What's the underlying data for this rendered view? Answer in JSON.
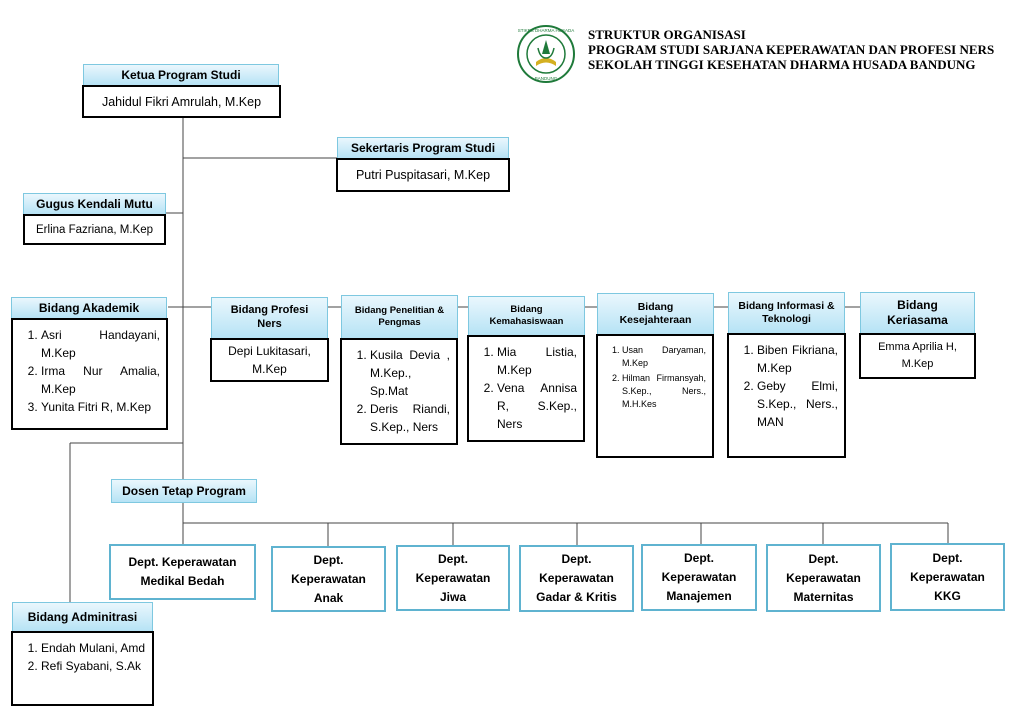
{
  "header": {
    "line1": "STRUKTUR ORGANISASI",
    "line2": "PROGRAM STUDI SARJANA KEPERAWATAN DAN PROFESI NERS",
    "line3": "SEKOLAH TINGGI KESEHATAN DHARMA HUSADA BANDUNG"
  },
  "logo": {
    "ring_text_top": "STIKES DHARMA HUSADA",
    "ring_text_bottom": "BANDUNG",
    "color_primary": "#1f7a3a",
    "color_accent": "#d4b021"
  },
  "ketua": {
    "title": "Ketua Program Studi",
    "name": "Jahidul Fikri Amrulah, M.Kep"
  },
  "sekertaris": {
    "title": "Sekertaris Program Studi",
    "name": "Putri Puspitasari, M.Kep"
  },
  "gugus": {
    "title": "Gugus Kendali Mutu",
    "name": "Erlina Fazriana, M.Kep"
  },
  "akademik": {
    "title": "Bidang Akademik",
    "members": [
      "Asri Handayani, M.Kep",
      "Irma Nur Amalia, M.Kep",
      "Yunita Fitri R, M.Kep"
    ]
  },
  "profesi": {
    "title_1": "Bidang Profesi",
    "title_2": "Ners",
    "name_1": "Depi Lukitasari,",
    "name_2": "M.Kep"
  },
  "penelitian": {
    "title_1": "Bidang Penelitian &",
    "title_2": "Pengmas",
    "members": [
      "Kusila Devia , M.Kep., Sp.Mat",
      "Deris Riandi, S.Kep., Ners"
    ]
  },
  "kemahasiswaan": {
    "title_1": "Bidang",
    "title_2": "Kemahasiswaan",
    "members": [
      "Mia Listia, M.Kep",
      "Vena Annisa R, S.Kep., Ners"
    ]
  },
  "kesejahteraan": {
    "title_1": "Bidang",
    "title_2": "Kesejahteraan",
    "members": [
      "Usan Daryaman, M.Kep",
      "Hilman Firmansyah, S.Kep., Ners., M.H.Kes"
    ]
  },
  "informasi": {
    "title_1": "Bidang Informasi &",
    "title_2": "Teknologi",
    "members": [
      "Biben Fikriana, M.Kep",
      "Geby Elmi, S.Kep., Ners., MAN"
    ]
  },
  "kerjasama": {
    "title_1": "Bidang",
    "title_2": "Keriasama",
    "name_1": "Emma Aprilia H,",
    "name_2": "M.Kep"
  },
  "dosen": {
    "title": "Dosen Tetap Program"
  },
  "departments": [
    {
      "l1": "Dept. Keperawatan",
      "l2": "Medikal Bedah",
      "l3": ""
    },
    {
      "l1": "Dept.",
      "l2": "Keperawatan",
      "l3": "Anak"
    },
    {
      "l1": "Dept.",
      "l2": "Keperawatan",
      "l3": "Jiwa"
    },
    {
      "l1": "Dept.",
      "l2": "Keperawatan",
      "l3": "Gadar & Kritis"
    },
    {
      "l1": "Dept.",
      "l2": "Keperawatan",
      "l3": "Manajemen"
    },
    {
      "l1": "Dept.",
      "l2": "Keperawatan",
      "l3": "Maternitas"
    },
    {
      "l1": "Dept.",
      "l2": "Keperawatan",
      "l3": "KKG"
    }
  ],
  "administrasi": {
    "title": "Bidang Adminitrasi",
    "members": [
      "Endah Mulani, Amd",
      "Refi Syabani, S.Ak"
    ]
  }
}
